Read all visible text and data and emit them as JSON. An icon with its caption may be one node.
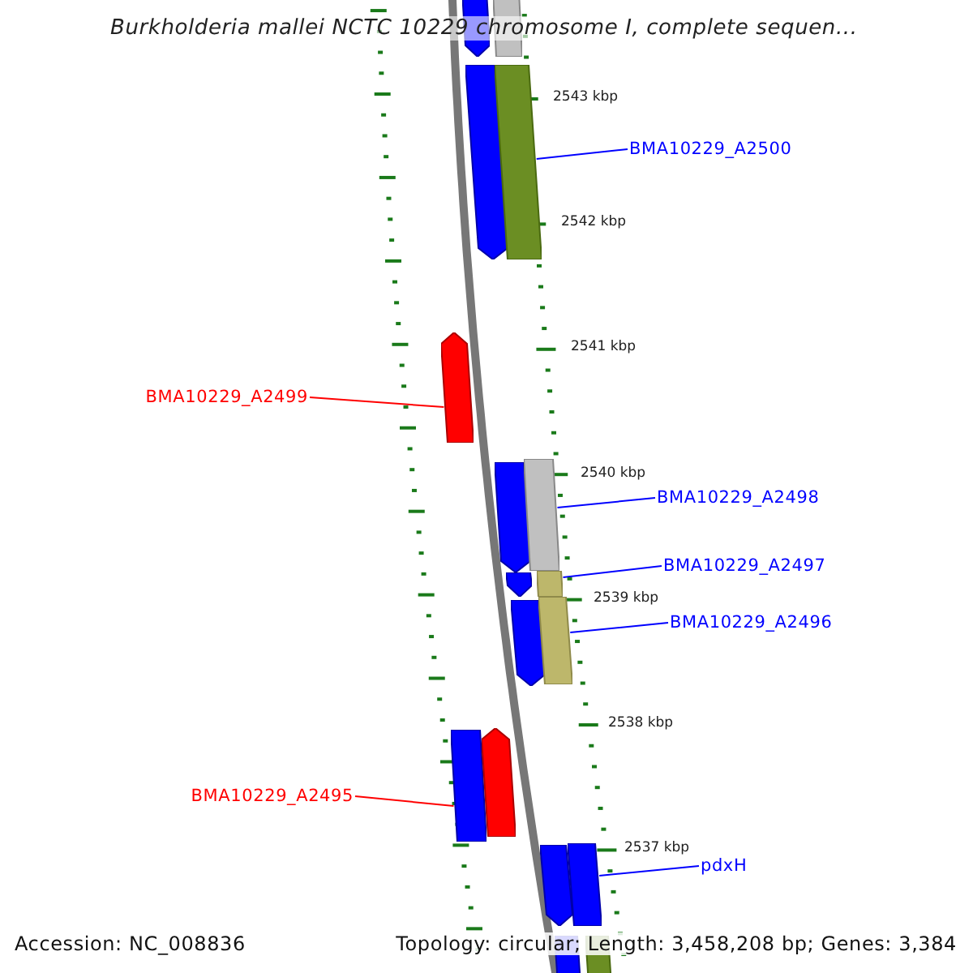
{
  "diagram": {
    "title": "Burkholderia mallei NCTC 10229 chromosome I, complete sequen...",
    "nodes": [
      {
        "text": [],
        "shape": "bar"
      },
      {
        "text": [],
        "shape": "bar"
      },
      {
        "text": [],
        "shape": "bar"
      },
      {
        "text": [],
        "shape": "bar"
      },
      {
        "text": [
          "BMA10229_A2500"
        ]
      },
      {
        "text": [],
        "shape": "bar"
      },
      {
        "text": [
          "BMA10229_A2499"
        ]
      },
      {
        "text": [],
        "shape": "bar"
      },
      {
        "text": [],
        "shape": "bar"
      },
      {
        "text": [
          "BMA10229_A2498"
        ]
      },
      {
        "text": [],
        "shape": "bar"
      },
      {
        "text": [],
        "shape": "bar"
      },
      {
        "text": [
          "BMA10229_A2497"
        ]
      },
      {
        "text": [],
        "shape": "bar"
      },
      {
        "text": [],
        "shape": "bar"
      },
      {
        "text": [
          "BMA10229_A2496"
        ]
      },
      {
        "text": [],
        "shape": "bar"
      },
      {
        "text": [],
        "shape": "bar"
      },
      {
        "text": [
          "BMA10229_A2495"
        ]
      },
      {
        "text": [],
        "shape": "bar"
      },
      {
        "text": [],
        "shape": "bar"
      },
      {
        "text": [
          "pdxH"
        ]
      },
      {
        "text": [],
        "shape": "bar"
      },
      {
        "text": [],
        "shape": "bar"
      }
    ],
    "edges": [
      {
        "from": 4,
        "to": 3,
        "arrow": "none"
      },
      {
        "from": 6,
        "to": 5,
        "arrow": "none",
        "color": "#ff0000"
      },
      {
        "from": 9,
        "to": 8,
        "arrow": "none"
      },
      {
        "from": 12,
        "to": 11,
        "arrow": "none"
      },
      {
        "from": 15,
        "to": 14,
        "arrow": "none"
      },
      {
        "from": 18,
        "to": 16,
        "arrow": "none",
        "color": "#ff0000"
      },
      {
        "from": 21,
        "to": 20,
        "arrow": "none"
      }
    ],
    "labels": [
      "2543 kbp",
      "2542 kbp",
      "2541 kbp",
      "2540 kbp",
      "2539 kbp",
      "2538 kbp",
      "2537 kbp",
      "Accession: NC_008836",
      "Topology: circular; Length: 3,458,208 bp; Genes: 3,384"
    ]
  }
}
